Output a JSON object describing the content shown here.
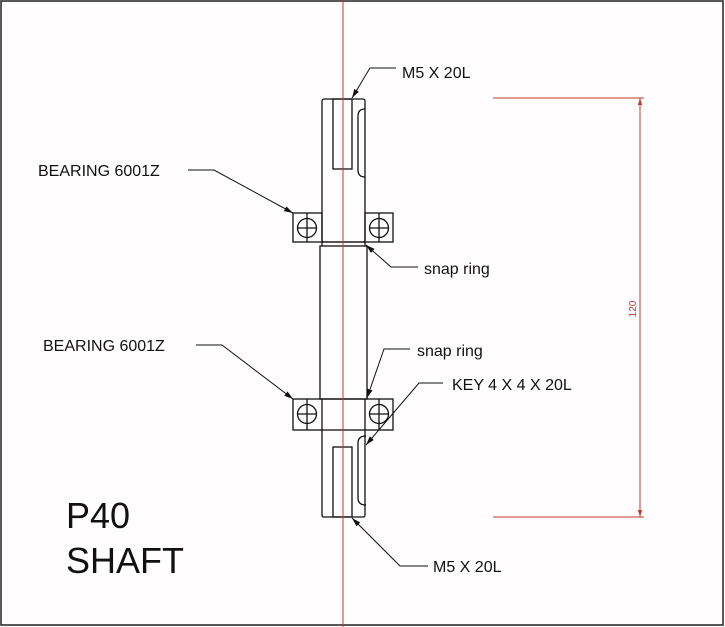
{
  "title": {
    "line1": "P40",
    "line2": "SHAFT"
  },
  "labels": {
    "screw_top": "M5 X 20L",
    "bearing_top": "BEARING 6001Z",
    "snap_ring_top": "snap ring",
    "bearing_bottom": "BEARING 6001Z",
    "snap_ring_bottom": "snap ring",
    "key": "KEY 4 X 4 X 20L",
    "screw_bottom": "M5 X 20L"
  },
  "dimension": {
    "overall_length": "120"
  },
  "colors": {
    "line": "#111111",
    "centerline": "#c0392b",
    "dimension": "#c0392b"
  }
}
